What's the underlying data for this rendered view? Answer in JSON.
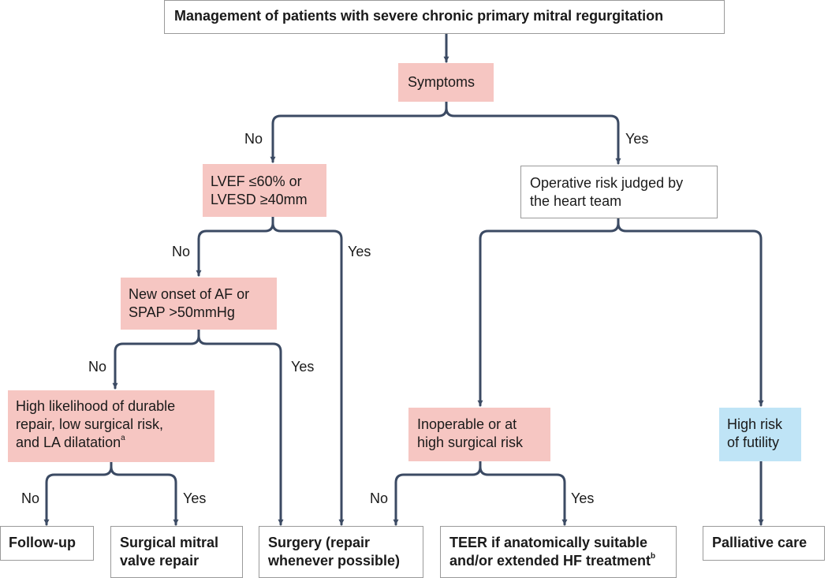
{
  "colors": {
    "decision_fill": "#f6c6c2",
    "alt_fill": "#bfe4f6",
    "box_border": "#9a9a9a",
    "connector": "#3b4a63"
  },
  "title": "Management of patients with severe chronic primary mitral regurgitation",
  "nodes": {
    "symptoms": "Symptoms",
    "lvef": {
      "line1": "LVEF ≤60% or",
      "line2": "LVESD ≥40mm"
    },
    "af": {
      "line1": "New onset of AF or",
      "line2": "SPAP >50mmHg"
    },
    "repair_likelihood": {
      "line1": "High likelihood of durable",
      "line2": "repair, low surgical risk,",
      "line3": "and LA dilatation",
      "sup": "a"
    },
    "operative_risk": {
      "line1": "Operative risk judged by",
      "line2": "the heart team"
    },
    "inoperable": {
      "line1": "Inoperable or at",
      "line2": "high surgical risk"
    },
    "futility": {
      "line1": "High risk",
      "line2": "of futility"
    }
  },
  "outcomes": {
    "follow_up": "Follow-up",
    "surgical_repair": {
      "line1": "Surgical mitral",
      "line2": "valve repair"
    },
    "surgery": {
      "line1": "Surgery (repair",
      "line2": "whenever possible)"
    },
    "teer": {
      "line1": "TEER if anatomically suitable",
      "line2": "and/or extended HF treatment",
      "sup": "b"
    },
    "palliative": "Palliative care"
  },
  "branch_labels": {
    "symptoms_no": "No",
    "symptoms_yes": "Yes",
    "lvef_no": "No",
    "lvef_yes": "Yes",
    "af_no": "No",
    "af_yes": "Yes",
    "repair_no": "No",
    "repair_yes": "Yes",
    "inoperable_no": "No",
    "inoperable_yes": "Yes"
  }
}
